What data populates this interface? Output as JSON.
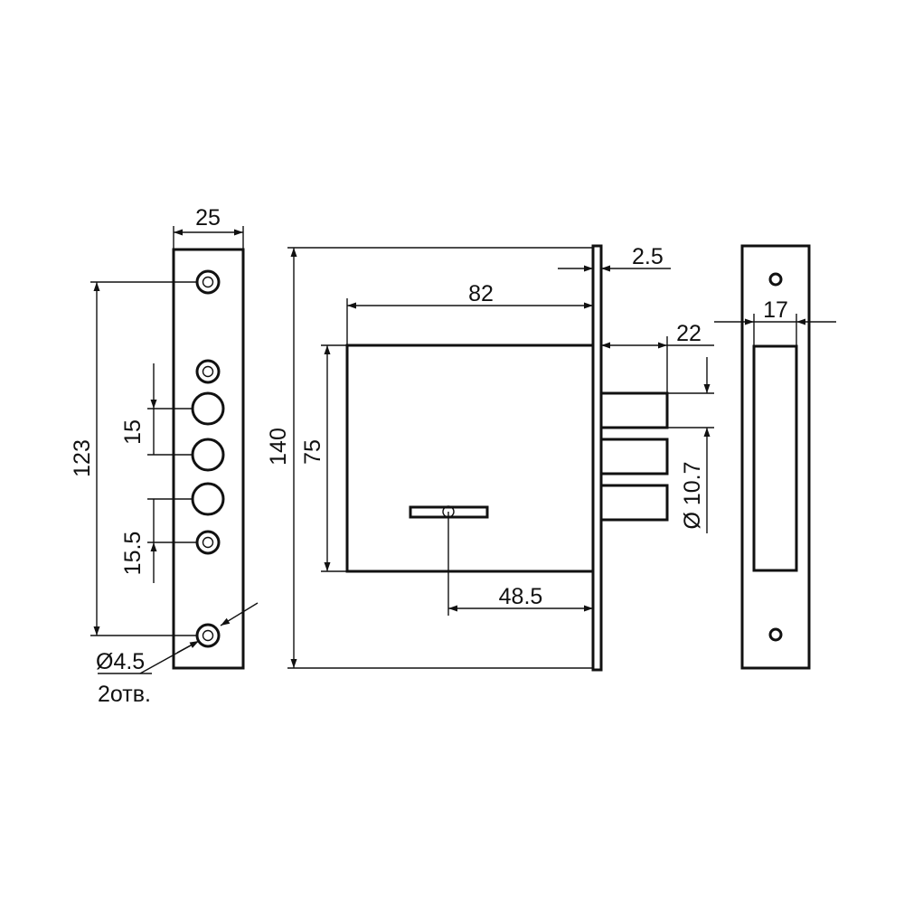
{
  "dimensions": {
    "faceplate_width": "25",
    "fixing_hole_spacing": "123",
    "bolt_pitch": "15",
    "bottom_offset": "15.5",
    "hole_diameter": "Ø4.5",
    "hole_count": "2отв.",
    "overall_height": "140",
    "case_height": "75",
    "backset": "82",
    "faceplate_thickness": "2.5",
    "bolt_throw": "22",
    "bolt_diameter": "Ø 10.7",
    "keyhole_offset": "48.5",
    "strike_width": "17"
  }
}
